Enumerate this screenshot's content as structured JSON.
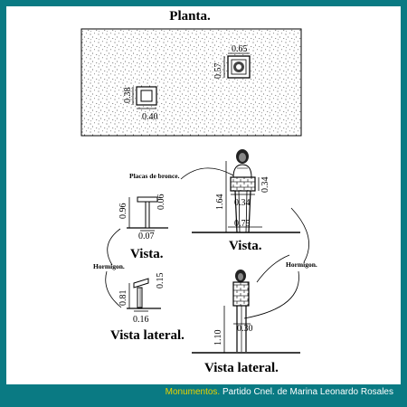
{
  "plan": {
    "title": "Planta.",
    "dim_width_right": "0.65",
    "dim_height_right": "0.57",
    "dim_height_left": "0.38",
    "dim_width_left": "0.40"
  },
  "front_view": {
    "title": "Vista.",
    "label_plaque": "Placas de bronce.",
    "dim_height": "1.64",
    "dim_plaque_height": "0.34",
    "dim_plaque_width": "0.34",
    "dim_base": "0.75",
    "dim_small_height": "0.96",
    "dim_small_plate": "0.06",
    "dim_small_base": "0.07",
    "title_small": "Vista."
  },
  "side_view": {
    "title": "Vista lateral.",
    "label_concrete_left": "Hormigon.",
    "label_concrete_right": "Hormigon.",
    "dim_small_height": "0.81",
    "dim_small_plate": "0.15",
    "dim_small_base": "0.16",
    "title_small": "Vista lateral.",
    "dim_height": "1.10",
    "dim_column": "0.30"
  },
  "caption": {
    "highlight": "Monumentos.",
    "rest": " Partido Cnel. de Marina Leonardo Rosales"
  },
  "colors": {
    "frame": "#0a7a83",
    "highlight": "#e9d200"
  }
}
